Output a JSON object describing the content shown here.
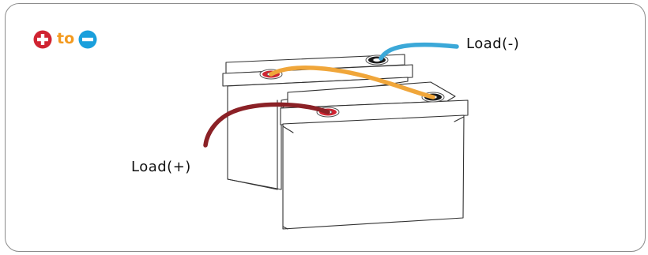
{
  "legend": {
    "from_icon": "plus-circle-icon",
    "connector": "to",
    "to_icon": "minus-circle-icon",
    "colors": {
      "positive": "#d02432",
      "negative": "#1a9fdc",
      "text": "#f39a1f"
    }
  },
  "labels": {
    "load_negative": "Load(-)",
    "load_positive": "Load(+)"
  },
  "wires": {
    "negative_lead": "#3ba8d8",
    "positive_lead": "#8b2126",
    "link": "#f0a63a"
  },
  "terminal_colors": {
    "positive": "#d02432",
    "negative": "#1a1a1a"
  }
}
